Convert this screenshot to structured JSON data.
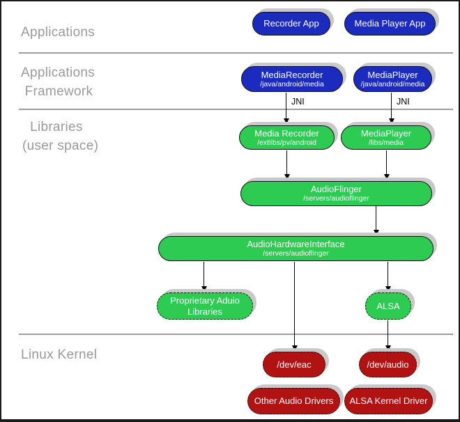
{
  "diagram": {
    "sections": {
      "applications": "Applications",
      "framework_line1": "Applications",
      "framework_line2": " Framework",
      "libraries_line1": "  Libraries",
      "libraries_line2": "(user space)",
      "linux_kernel": "Linux Kernel"
    },
    "nodes": {
      "recorder_app": {
        "label": "Recorder App"
      },
      "media_player_app": {
        "label": "Media Player App"
      },
      "media_recorder_fw": {
        "label": "MediaRecorder",
        "path": "/java/android/media"
      },
      "media_player_fw": {
        "label": "MediaPlayer",
        "path": "/java/android/media"
      },
      "media_recorder_lib": {
        "label": "Media Recorder",
        "path": "/extlibs/pv/android"
      },
      "media_player_lib": {
        "label": "MediaPlayer",
        "path": "/libs/media"
      },
      "audio_flinger": {
        "label": "AudioFlinger",
        "path": "/servers/audioflinger"
      },
      "audio_hardware_interface": {
        "label": "AudioHardwareInterface",
        "path": "/servers/audioflinger"
      },
      "proprietary_audio_libs": {
        "label": "Proprietary Aduio",
        "label2": "Libraries"
      },
      "alsa": {
        "label": "ALSA"
      },
      "dev_eac": {
        "label": "/dev/eac"
      },
      "dev_audio": {
        "label": "/dev/audio"
      },
      "other_audio_drivers": {
        "label": "Other Audio Drivers"
      },
      "alsa_kernel_driver": {
        "label": "ALSA Kernel Driver"
      }
    },
    "edge_labels": {
      "jni_left": "JNI",
      "jni_right": "JNI"
    },
    "colors": {
      "app_blue": "#1b2bbe",
      "lib_green": "#2ecb53",
      "kernel_red": "#b11212",
      "section_text": "#9a9a9a",
      "shadow": "#c9c9c9"
    }
  }
}
